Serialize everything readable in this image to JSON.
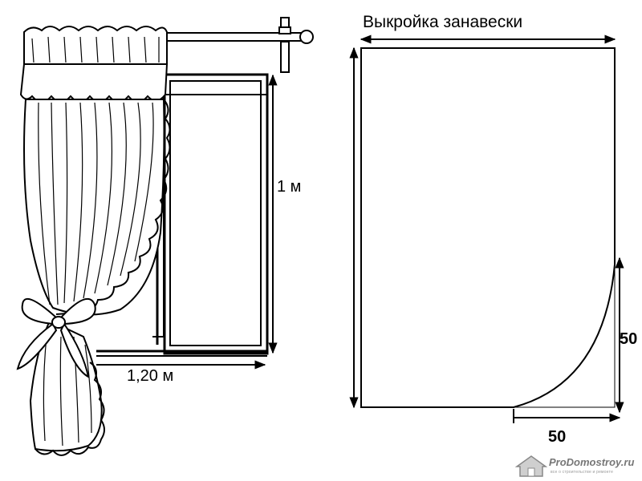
{
  "labels": {
    "pattern_title": "Выкройка занавески",
    "window_height": "1 м",
    "window_width": "1,20 м",
    "curve_height": "50",
    "curve_width": "50"
  },
  "watermark": {
    "site": "ProDomostroy.ru",
    "tagline": "все о строительстве и ремонте"
  },
  "colors": {
    "line": "#000000",
    "background": "#ffffff",
    "watermark": "#777777"
  }
}
